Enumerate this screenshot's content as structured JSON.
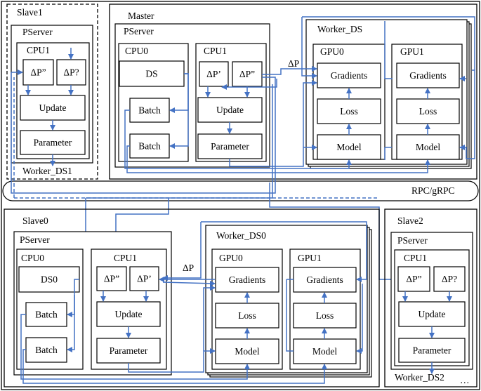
{
  "colors": {
    "arrow": "#4472C4",
    "border": "#000000"
  },
  "bus": {
    "label": "RPC/gRPC"
  },
  "slave1": {
    "title": "Slave1",
    "pserver": "PServer",
    "cpu": "CPU1",
    "dp_pp": "ΔP”",
    "dp_q": "ΔP?",
    "update": "Update",
    "parameter": "Parameter",
    "worker": "Worker_DS1"
  },
  "master": {
    "title": "Master",
    "pserver": "PServer",
    "cpu0": "CPU0",
    "ds": "DS",
    "batch1": "Batch",
    "batch2": "Batch",
    "cpu1": "CPU1",
    "dp_p": "ΔP’",
    "dp_pp": "ΔP”",
    "update": "Update",
    "parameter": "Parameter",
    "dp_link": "ΔP",
    "worker": {
      "title": "Worker_DS",
      "gpu0": "GPU0",
      "gpu1": "GPU1",
      "gradients": "Gradients",
      "loss": "Loss",
      "model": "Model"
    }
  },
  "slave0": {
    "title": "Slave0",
    "pserver": "PServer",
    "cpu0": "CPU0",
    "ds": "DS0",
    "batch1": "Batch",
    "batch2": "Batch",
    "cpu1": "CPU1",
    "dp_pp": "ΔP”",
    "dp_p": "ΔP’",
    "update": "Update",
    "parameter": "Parameter",
    "dp_link": "ΔP",
    "worker": {
      "title": "Worker_DS0",
      "gpu0": "GPU0",
      "gpu1": "GPU1",
      "gradients": "Gradients",
      "loss": "Loss",
      "model": "Model"
    }
  },
  "slave2": {
    "title": "Slave2",
    "pserver": "PServer",
    "cpu": "CPU1",
    "dp_pp": "ΔP”",
    "dp_q": "ΔP?",
    "update": "Update",
    "parameter": "Parameter",
    "worker": "Worker_DS2",
    "ellipsis": "…"
  }
}
